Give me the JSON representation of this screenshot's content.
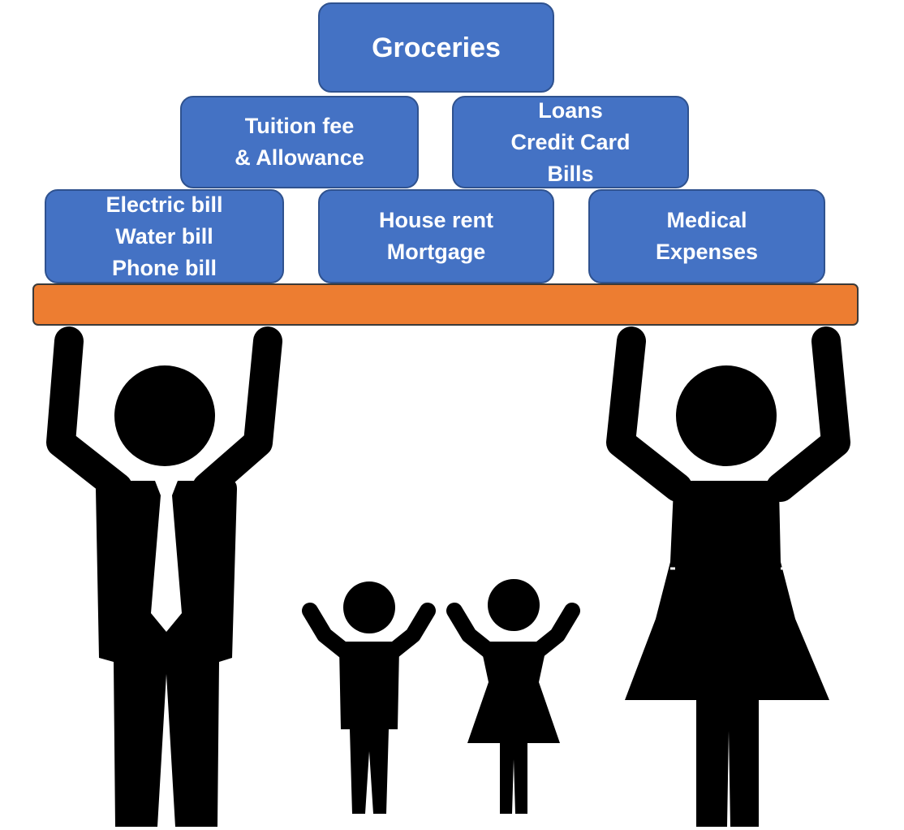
{
  "colors": {
    "box_fill": "#4472C4",
    "box_border": "#2F528F",
    "board": "#ED7D31",
    "figures": "#000000"
  },
  "expenses": {
    "groceries": [
      "Groceries"
    ],
    "tuition": [
      "Tuition fee",
      "& Allowance"
    ],
    "loans": [
      "Loans",
      "Credit Card",
      "Bills"
    ],
    "utilities": [
      "Electric bill",
      "Water bill",
      "Phone bill"
    ],
    "housing": [
      "House rent",
      "Mortgage"
    ],
    "medical": [
      "Medical",
      "Expenses"
    ]
  },
  "figures": [
    {
      "name": "father",
      "icon": "man-with-tie-icon"
    },
    {
      "name": "boy",
      "icon": "child-icon"
    },
    {
      "name": "girl",
      "icon": "child-in-dress-icon"
    },
    {
      "name": "mother",
      "icon": "woman-in-dress-icon"
    }
  ]
}
